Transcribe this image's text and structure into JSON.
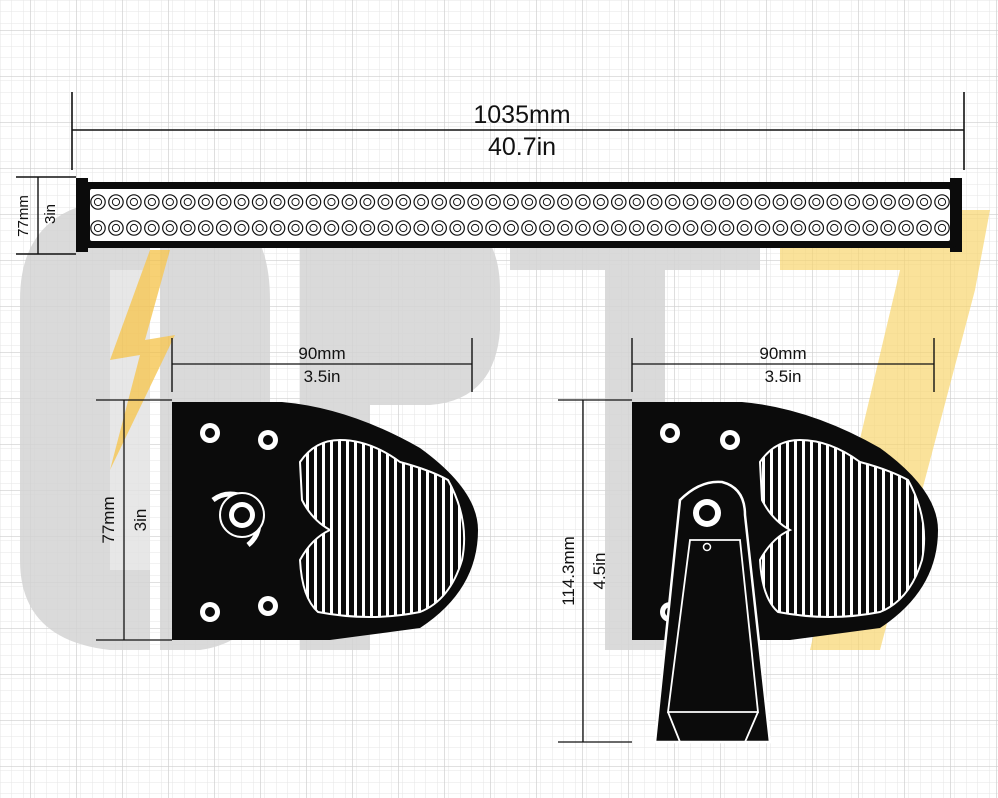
{
  "colors": {
    "background": "#ffffff",
    "grid_minor": "#e4e4e4",
    "grid_major": "#cfcfcf",
    "watermark_gray": "#d2d2d2",
    "watermark_gold": "#f6cf60",
    "body_black": "#0b0b0b",
    "line": "#111111",
    "highlight": "#ffffff"
  },
  "watermark": {
    "brand_text": "OPT7"
  },
  "dimensions": {
    "bar_length_mm": "1035mm",
    "bar_length_in": "40.7in",
    "bar_height_mm": "77mm",
    "bar_height_in": "3in",
    "left_width_mm": "90mm",
    "left_width_in": "3.5in",
    "left_height_mm": "77mm",
    "left_height_in": "3in",
    "right_width_mm": "90mm",
    "right_width_in": "3.5in",
    "right_height_mm": "114.3mm",
    "right_height_in": "4.5in"
  },
  "light_bar": {
    "led_rows": 2,
    "leds_per_row": 48
  },
  "icons": {
    "watermark_logo": "opt7-logo-icon",
    "bolt": "lightning-bolt-icon",
    "mount_hole": "mount-hole-icon",
    "pivot": "pivot-knob-icon"
  }
}
